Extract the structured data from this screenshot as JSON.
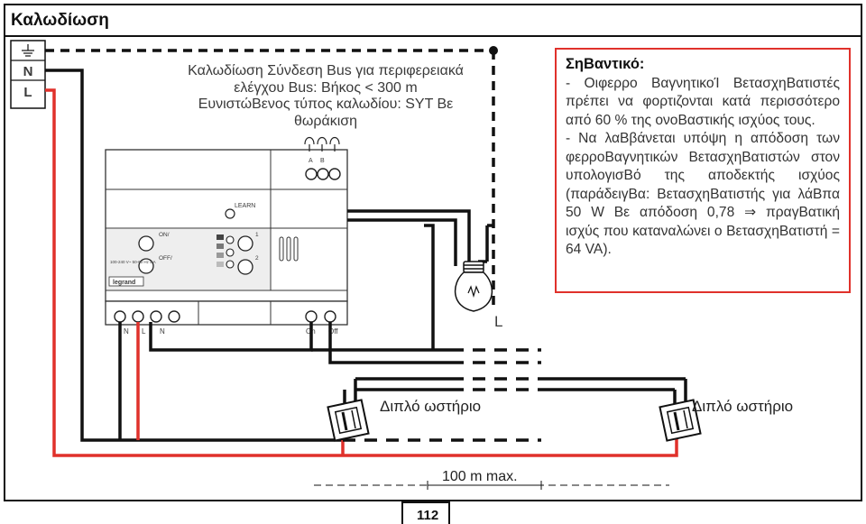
{
  "title": "Καλωδίωση",
  "description": {
    "line1": "Καλωδίωση Σύνδεση Bus για περιφερειακά",
    "line2": "ελέγχου Bus: Βήκος < 300 m",
    "line3": "ΕυνιστώΒενος τύπος καλωδίου: SYT Bε",
    "line4": "θωράκιση"
  },
  "note": {
    "heading": "ΣηΒαντικό:",
    "p1": "- Οιφερρο ΒαγνητικοΊ ΒετασχηΒατιστές πρέπει να φορτιζονται κατά περισσότερο από 60 % της ονοΒαστικής ισχύος τους.",
    "p2": "- Να λαΒβάνεται υπόψη η απόδοση των φερροΒαγνητικών ΒετασχηΒατιστών στον υπολογισΒό της αποδεκτής ισχύος (παράδειγΒα: ΒετασχηΒατιστής για λάΒπα 50 W Bε απόδοση 0,78 ⇒ πραγΒατική ισχύς που καταναλώνει ο ΒετασχηΒατιστή = 64 VA)."
  },
  "supply": {
    "n": "N",
    "l": "L"
  },
  "device": {
    "learn": "LEARN",
    "on": "ON/",
    "off": "OFF/",
    "ch1": "1",
    "ch2": "2",
    "brand": "legrand",
    "rating": "100-240 V~ 50-60 Hz 5 A",
    "bus_a": "A",
    "bus_b": "B",
    "term_n": "N",
    "term_l": "L",
    "term_n2": "N",
    "term_on": "On",
    "term_off": "Off"
  },
  "lamp_label": "L",
  "switch1_label": "Διπλό ωστήριο",
  "switch2_label": "Διπλό ωστήριο",
  "distance": "100 m max.",
  "page_number": "112",
  "colors": {
    "red": "#e0312b",
    "black": "#111111",
    "frame": "#111111"
  }
}
